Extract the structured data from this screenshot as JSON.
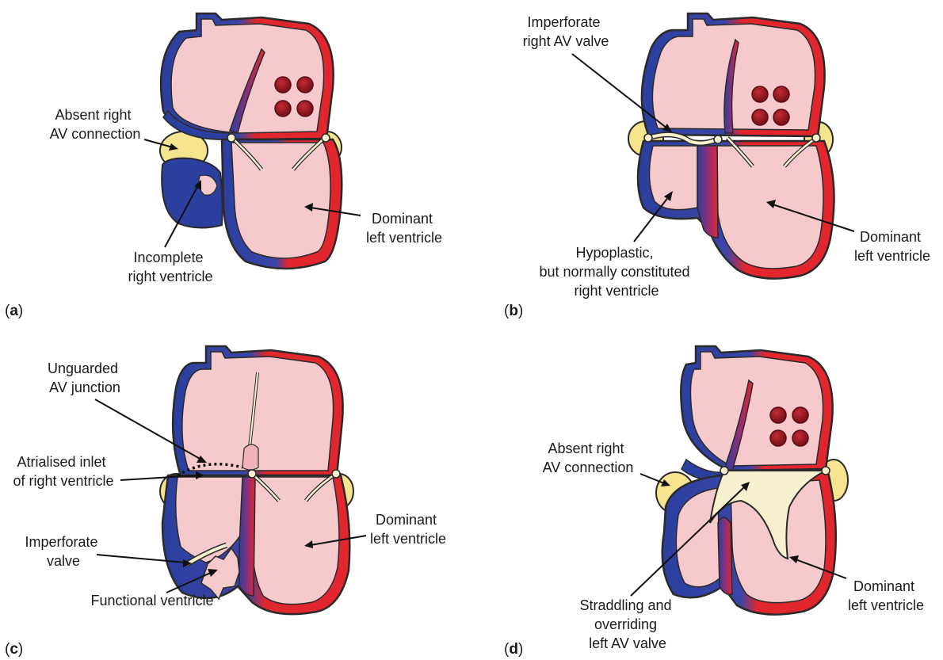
{
  "panels": [
    {
      "id": "a",
      "letter": "a",
      "labels": [
        {
          "lines": [
            "Absent right",
            "AV connection"
          ]
        },
        {
          "lines": [
            "Dominant",
            "left ventricle"
          ]
        },
        {
          "lines": [
            "Incomplete",
            "right ventricle"
          ]
        }
      ]
    },
    {
      "id": "b",
      "letter": "b",
      "labels": [
        {
          "lines": [
            "Imperforate",
            "right AV valve"
          ]
        },
        {
          "lines": [
            "Hypoplastic,",
            "but normally constituted",
            "right ventricle"
          ]
        },
        {
          "lines": [
            "Dominant",
            "left ventricle"
          ]
        }
      ]
    },
    {
      "id": "c",
      "letter": "c",
      "labels": [
        {
          "lines": [
            "Unguarded",
            "AV junction"
          ]
        },
        {
          "lines": [
            "Atrialised inlet",
            "of right ventricle"
          ]
        },
        {
          "lines": [
            "Imperforate",
            "valve"
          ]
        },
        {
          "lines": [
            "Functional ventricle"
          ]
        },
        {
          "lines": [
            "Dominant",
            "left ventricle"
          ]
        }
      ]
    },
    {
      "id": "d",
      "letter": "d",
      "labels": [
        {
          "lines": [
            "Absent right",
            "AV connection"
          ]
        },
        {
          "lines": [
            "Straddling and",
            "overriding",
            "left AV valve"
          ]
        },
        {
          "lines": [
            "Dominant",
            "left ventricle"
          ]
        }
      ]
    }
  ],
  "colors": {
    "venous_blue": "#2b3f9e",
    "arterial_red": "#e1262d",
    "chamber_pink": "#f6c9cc",
    "fat_yellow": "#f7e48f",
    "valve_cream": "#f7f0cf",
    "pulmonary_vein_red": "#9e1b22"
  }
}
